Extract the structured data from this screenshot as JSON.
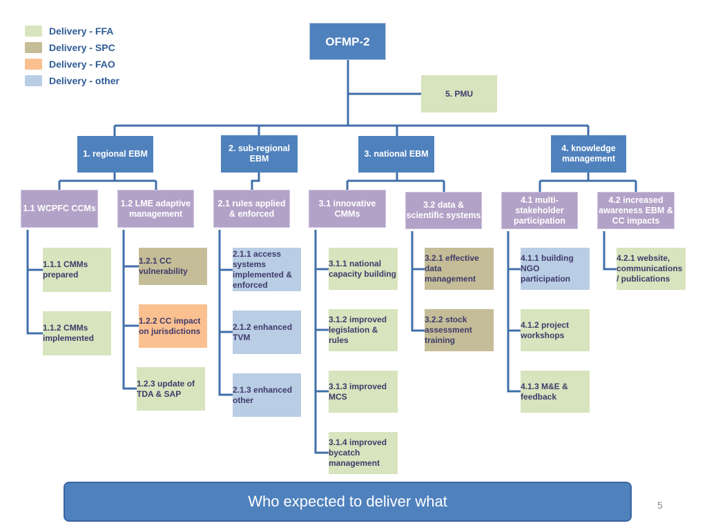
{
  "legend": [
    {
      "label": "Delivery - FFA",
      "color": "#d7e4bd"
    },
    {
      "label": "Delivery - SPC",
      "color": "#c4bd97"
    },
    {
      "label": "Delivery - FAO",
      "color": "#fac090"
    },
    {
      "label": "Delivery - other",
      "color": "#b9cde5"
    }
  ],
  "root": "OFMP-2",
  "pmu": "5. PMU",
  "level1": [
    "1. regional EBM",
    "2. sub-regional EBM",
    "3. national EBM",
    "4. knowledge management"
  ],
  "level2": [
    "1.1 WCPFC CCMs",
    "1.2 LME adaptive management",
    "2.1 rules applied & enforced",
    "3.1 innovative CMMs",
    "3.2 data & scientific systems",
    "4.1 multi-stakeholder participation",
    "4.2 increased awareness EBM & CC impacts"
  ],
  "leaves": {
    "l111": "1.1.1 CMMs prepared",
    "l112": "1.1.2 CMMs implemented",
    "l121": "1.2.1 CC vulnerability",
    "l122": "1.2.2 CC impact on jurisdictions",
    "l123": "1.2.3 update of TDA & SAP",
    "l211": "2.1.1 access systems implemented & enforced",
    "l212": "2.1.2 enhanced TVM",
    "l213": "2.1.3 enhanced other",
    "l311": "3.1.1 national capacity building",
    "l312": "3.1.2 improved legislation & rules",
    "l313": "3.1.3 improved MCS",
    "l314": "3.1.4 improved bycatch management",
    "l321": "3.2.1 effective data management",
    "l322": "3.2.2 stock assessment training",
    "l411": "4.1.1 building NGO participation",
    "l412": "4.1.2 project workshops",
    "l413": "4.1.3 M&E & feedback",
    "l421": "4.2.1 website, communications / publications"
  },
  "banner": "Who expected to deliver what",
  "page_number": "5"
}
